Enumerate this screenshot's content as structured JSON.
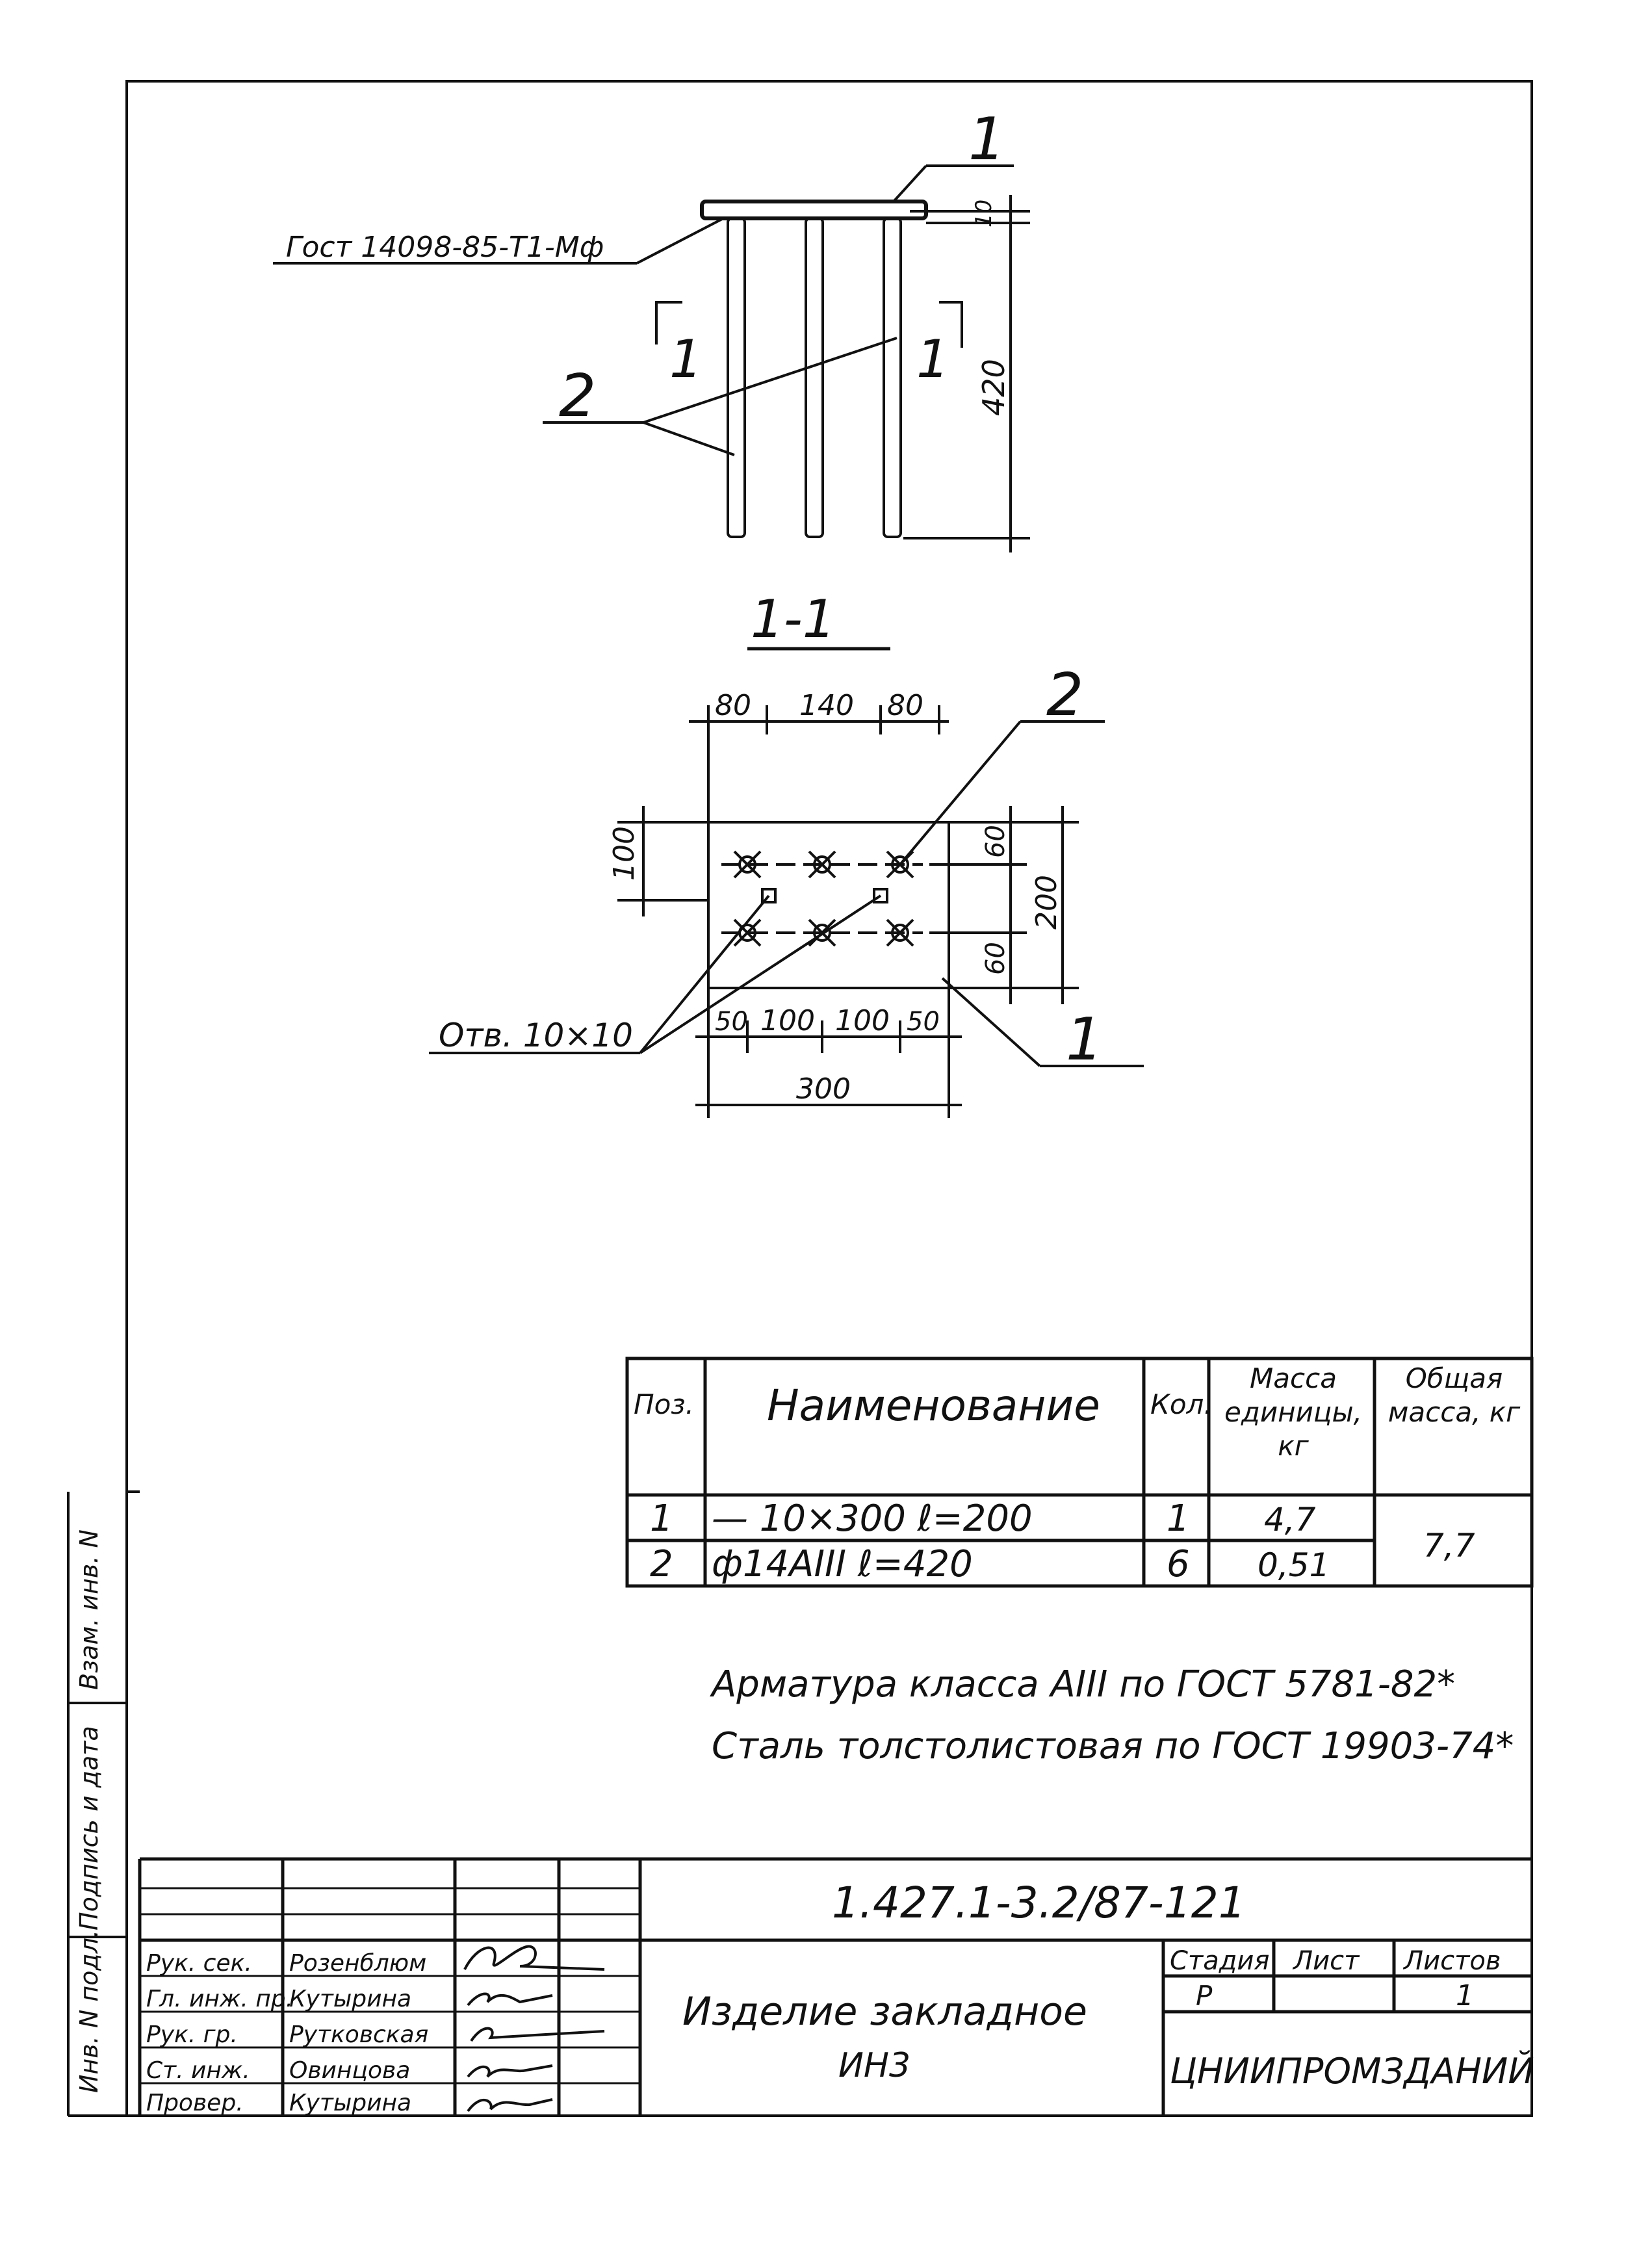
{
  "drawing": {
    "gost_callout": "Гост 14098-85-Т1-Мф",
    "pos_1": "1",
    "pos_2": "2",
    "section_mark": "1",
    "section_title": "1-1",
    "hole_note": "Отв. 10×10",
    "dims": {
      "plate_thickness": "10",
      "bar_length": "420",
      "top_80_left": "80",
      "top_140": "140",
      "top_80_right": "80",
      "left_100": "100",
      "right_60_top": "60",
      "right_60_bottom": "60",
      "right_200": "200",
      "bottom_50_left": "50",
      "bottom_100_left": "100",
      "bottom_100_right": "100",
      "bottom_50_right": "50",
      "bottom_300": "300"
    }
  },
  "spec_table": {
    "headers": [
      "Поз.",
      "Наименование",
      "Кол.",
      "Масса единицы, кг",
      "Общая масса, кг"
    ],
    "rows": [
      {
        "pos": "1",
        "name": "— 10×300  ℓ=200",
        "qty": "1",
        "unit_mass": "4,7"
      },
      {
        "pos": "2",
        "name": "ф14АIII  ℓ=420",
        "qty": "6",
        "unit_mass": "0,51"
      }
    ],
    "total_mass": "7,7"
  },
  "notes": [
    "Арматура класса АIII по ГОСТ 5781-82*",
    "Сталь толстолистовая по ГОСТ 19903-74*"
  ],
  "side_stamp": {
    "inv_orig": "Инв. N подл.",
    "sign_date": "Подпись и дата",
    "inv_replace": "Взам. инв. N"
  },
  "title_block": {
    "doc_code": "1.427.1-3.2/87-121",
    "title_line1": "Изделие закладное",
    "title_line2": "ИН3",
    "stage_header": "Стадия",
    "sheet_header": "Лист",
    "sheets_header": "Листов",
    "stage": "Р",
    "sheet": "",
    "sheets": "1",
    "organization": "ЦНИИПРОМЗДАНИЙ",
    "people": [
      {
        "role": "Рук. сек.",
        "name": "Розенблюм"
      },
      {
        "role": "Гл. инж. пр.",
        "name": "Кутырина"
      },
      {
        "role": "Рук. гр.",
        "name": "Рутковская"
      },
      {
        "role": "Ст. инж.",
        "name": "Овинцова"
      },
      {
        "role": "Провер.",
        "name": "Кутырина"
      }
    ]
  }
}
